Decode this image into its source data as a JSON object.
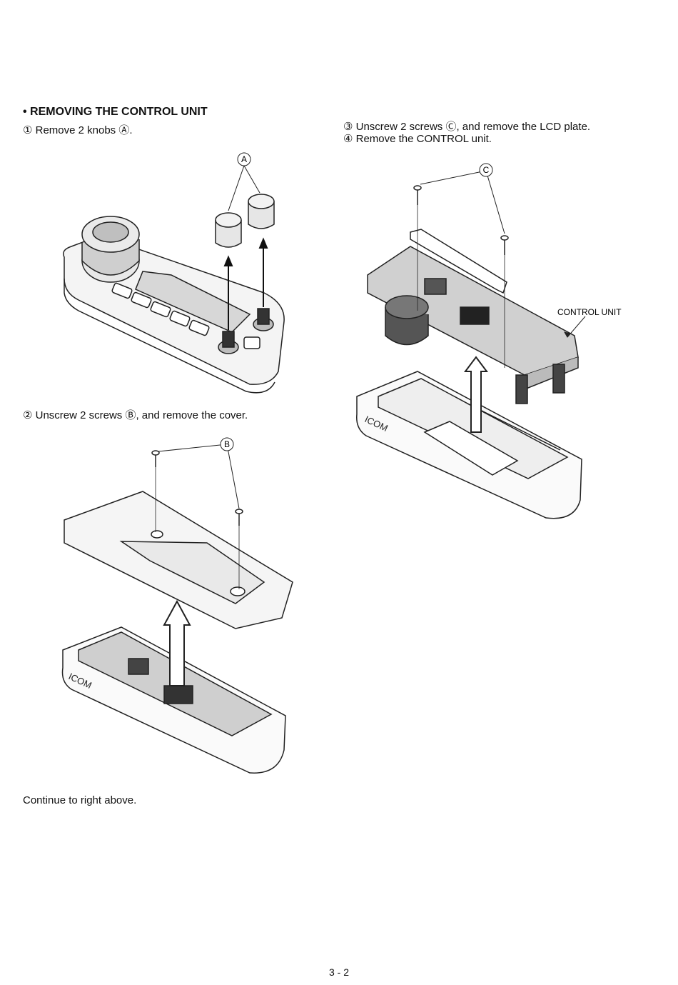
{
  "section": {
    "heading": "• REMOVING THE CONTROL UNIT"
  },
  "steps": [
    {
      "text": "① Remove 2 knobs Ⓐ."
    },
    {
      "text": "② Unscrew 2 screws Ⓑ, and remove the cover."
    },
    {
      "text": "③ Unscrew 2 screws Ⓒ, and remove the LCD plate."
    },
    {
      "text": "④ Remove the CONTROL unit."
    }
  ],
  "callouts": {
    "a": "A",
    "b": "B",
    "c": "C",
    "control_unit": "CONTROL UNIT"
  },
  "brand": {
    "logo_text": "ICOM"
  },
  "continue_note": "Continue to right above.",
  "page_number": "3 - 2"
}
